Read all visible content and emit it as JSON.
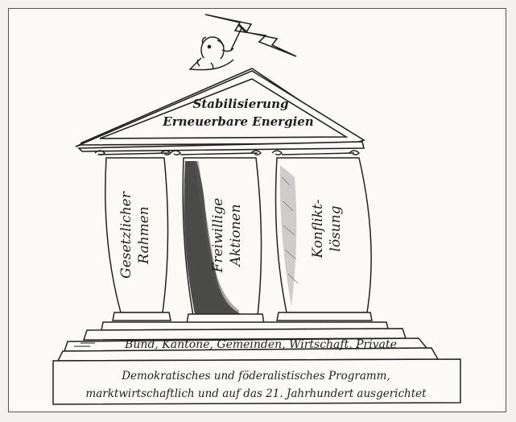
{
  "pediment": {
    "line1": "Stabilisierung",
    "line2": "Erneuerbare Energien"
  },
  "pillars": [
    {
      "line1": "Gesetzlicher",
      "line2": "Rahmen"
    },
    {
      "line1": "Freiwillige",
      "line2": "Aktionen"
    },
    {
      "line1": "Konflikt-",
      "line2": "lösung"
    }
  ],
  "steps": {
    "label": "Bund, Kantone, Gemeinden, Wirtschaft, Private"
  },
  "base": {
    "line1": "Demokratisches und föderalistisches Programm,",
    "line2": "marktwirtschaftlich und auf das 21. Jahrhundert ausgerichtet"
  },
  "icons": [
    "lightning-bolt-icon",
    "figure-with-hammer-icon"
  ]
}
